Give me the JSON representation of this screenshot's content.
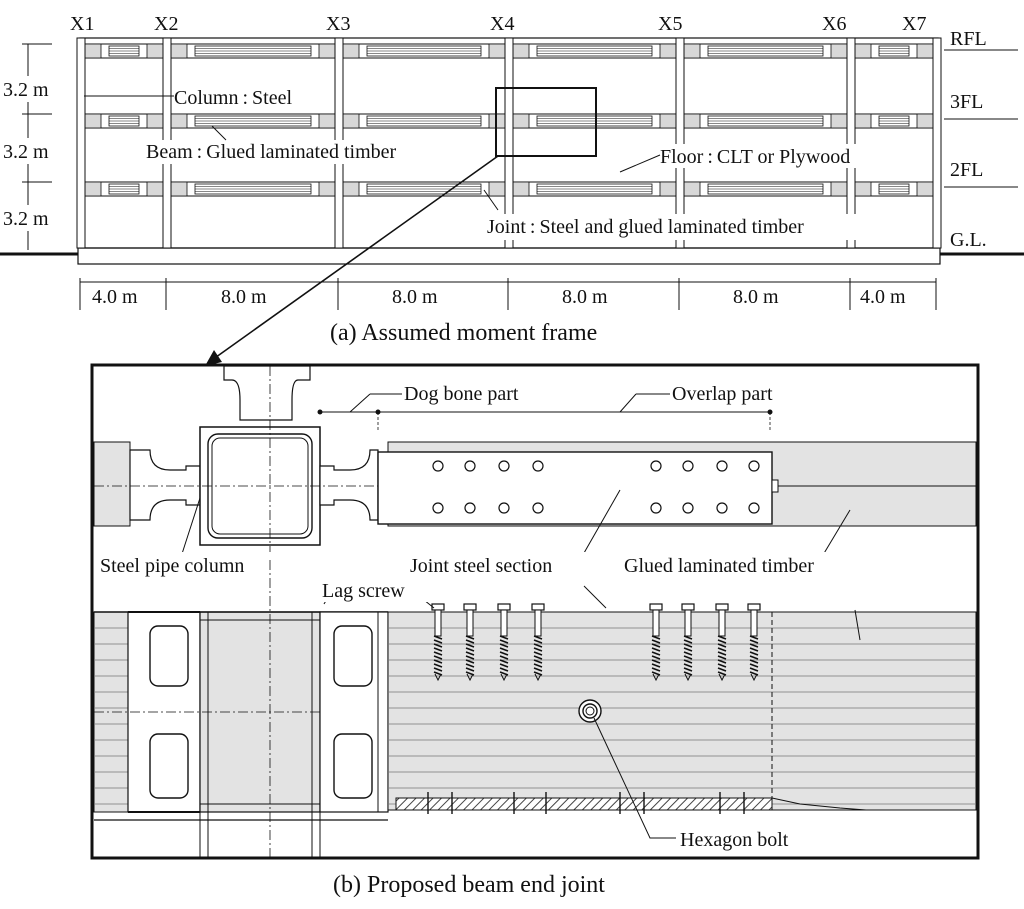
{
  "frame": {
    "grid_labels": [
      "X1",
      "X2",
      "X3",
      "X4",
      "X5",
      "X6",
      "X7"
    ],
    "floor_labels": [
      "RFL",
      "3FL",
      "2FL",
      "G.L."
    ],
    "story_heights": [
      "3.2 m",
      "3.2 m",
      "3.2 m"
    ],
    "spans": [
      "4.0 m",
      "8.0 m",
      "8.0 m",
      "8.0 m",
      "8.0 m",
      "4.0 m"
    ],
    "labels": {
      "column": "Column : Steel",
      "beam": "Beam : Glued laminated timber",
      "floor": "Floor : CLT or Plywood",
      "joint": "Joint : Steel and glued laminated timber"
    },
    "caption": "(a) Assumed moment frame"
  },
  "joint": {
    "labels": {
      "dog_bone": "Dog bone part",
      "overlap": "Overlap part",
      "steel_pipe_column": "Steel pipe column",
      "joint_steel_section": "Joint steel section",
      "glued_laminated_timber": "Glued laminated timber",
      "lag_screw": "Lag screw",
      "hexagon_bolt": "Hexagon bolt"
    },
    "caption": "(b) Proposed beam end joint"
  },
  "colors": {
    "line": "#111111",
    "timber_fill": "#e3e3e3",
    "steel_fill": "#ffffff",
    "hatch": "#555555"
  }
}
